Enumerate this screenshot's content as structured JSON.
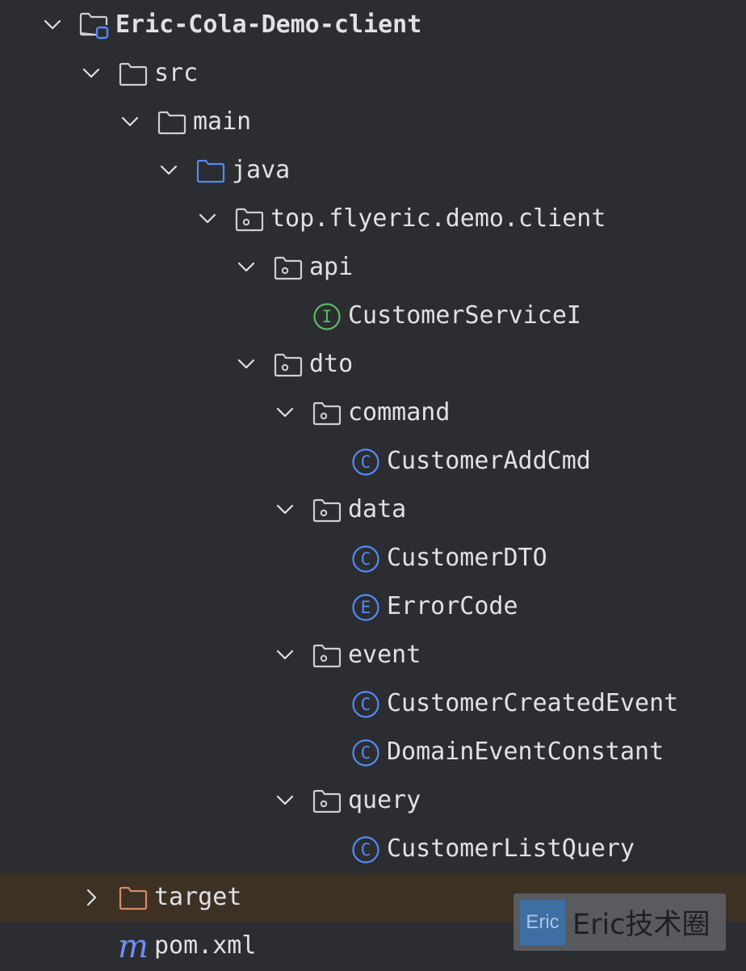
{
  "theme": {
    "background": "#2b2d30",
    "excluded_row_background": "#3d3124",
    "text": "#dfe1e5",
    "folder_outline": "#ced0d6",
    "source_root_blue": "#548af7",
    "excluded_orange": "#d58a6a",
    "interface_green": "#5fb865",
    "class_blue": "#548af7"
  },
  "tree": [
    {
      "label": "Eric-Cola-Demo-client",
      "type": "module",
      "depth": 0,
      "expanded": true,
      "bold": true
    },
    {
      "label": "src",
      "type": "folder",
      "depth": 1,
      "expanded": true
    },
    {
      "label": "main",
      "type": "folder",
      "depth": 2,
      "expanded": true
    },
    {
      "label": "java",
      "type": "source-root",
      "depth": 3,
      "expanded": true
    },
    {
      "label": "top.flyeric.demo.client",
      "type": "package",
      "depth": 4,
      "expanded": true
    },
    {
      "label": "api",
      "type": "package",
      "depth": 5,
      "expanded": true
    },
    {
      "label": "CustomerServiceI",
      "type": "interface",
      "depth": 6
    },
    {
      "label": "dto",
      "type": "package",
      "depth": 5,
      "expanded": true
    },
    {
      "label": "command",
      "type": "package",
      "depth": 6,
      "expanded": true
    },
    {
      "label": "CustomerAddCmd",
      "type": "class",
      "depth": 7
    },
    {
      "label": "data",
      "type": "package",
      "depth": 6,
      "expanded": true
    },
    {
      "label": "CustomerDTO",
      "type": "class",
      "depth": 7
    },
    {
      "label": "ErrorCode",
      "type": "enum",
      "depth": 7
    },
    {
      "label": "event",
      "type": "package",
      "depth": 6,
      "expanded": true
    },
    {
      "label": "CustomerCreatedEvent",
      "type": "class",
      "depth": 7
    },
    {
      "label": "DomainEventConstant",
      "type": "class",
      "depth": 7
    },
    {
      "label": "query",
      "type": "package",
      "depth": 6,
      "expanded": true
    },
    {
      "label": "CustomerListQuery",
      "type": "class",
      "depth": 7
    },
    {
      "label": "target",
      "type": "excluded-folder",
      "depth": 1,
      "expanded": false
    },
    {
      "label": "pom.xml",
      "type": "maven",
      "depth": 1
    }
  ],
  "glyphs": {
    "interface": "I",
    "class": "C",
    "enum": "E",
    "maven": "m"
  },
  "watermark": {
    "logo_text": "Eric",
    "text": "Eric技术圈"
  }
}
